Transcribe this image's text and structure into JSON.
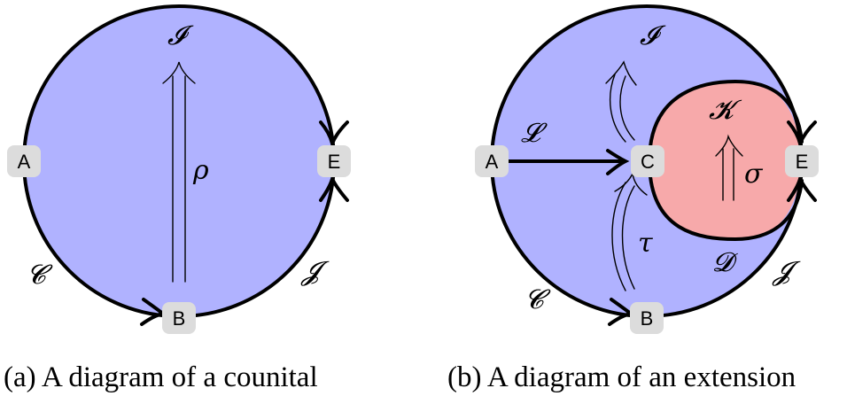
{
  "colors": {
    "blue_region": "#b0b2ff",
    "red_region": "#f7a9aa",
    "node_fill": "#dcdcdc"
  },
  "left": {
    "nodes": {
      "A": "A",
      "B": "B",
      "E": "E"
    },
    "labels": {
      "I": "𝓘",
      "rho": "ρ",
      "C": "𝓒",
      "J": "𝓙"
    },
    "caption": "(a) A diagram of a counital"
  },
  "right": {
    "nodes": {
      "A": "A",
      "B": "B",
      "C": "C",
      "E": "E"
    },
    "labels": {
      "I": "𝓘",
      "L": "𝓛",
      "K": "𝓚",
      "sigma": "σ",
      "tau": "τ",
      "D": "𝓓",
      "C": "𝓒",
      "J": "𝓙"
    },
    "caption": "(b) A diagram of an extension"
  }
}
